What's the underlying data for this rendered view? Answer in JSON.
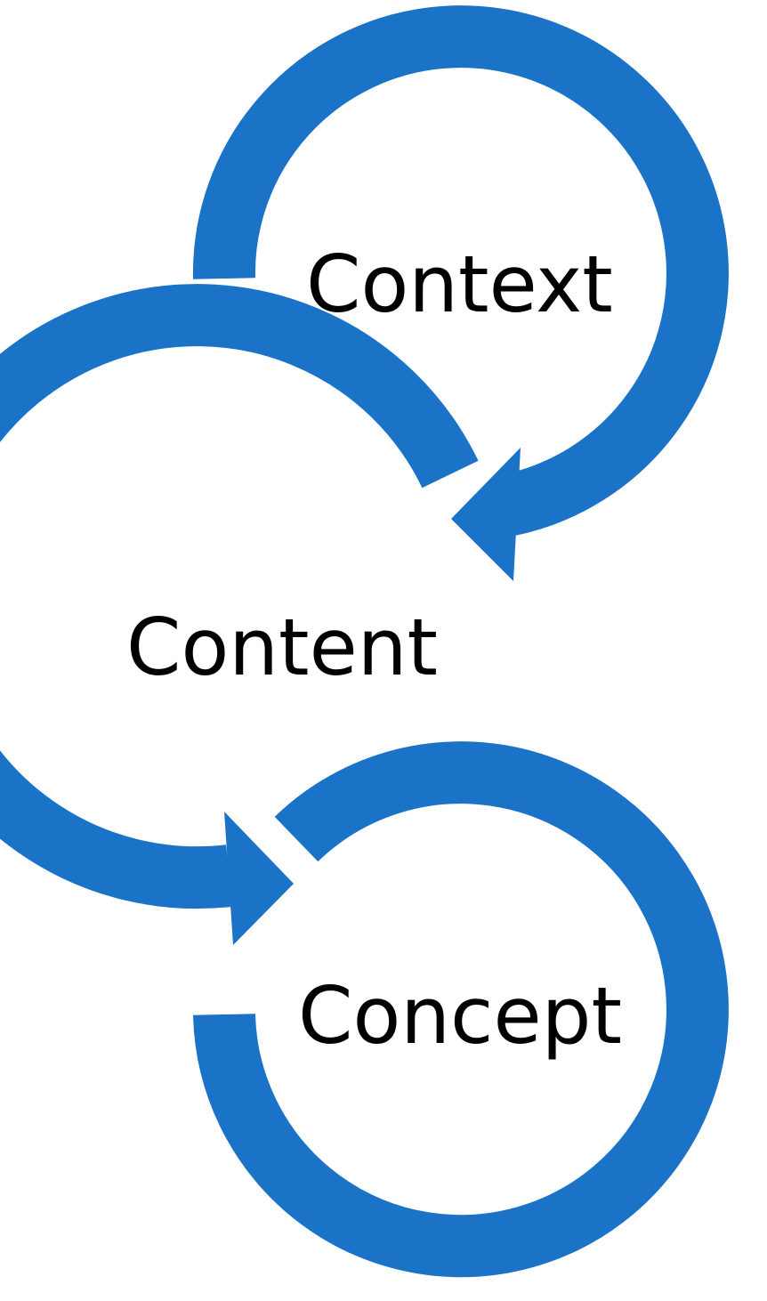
{
  "colors": {
    "arrow": "#1a73c6",
    "text": "#000000",
    "background": "#ffffff"
  },
  "diagram": {
    "nodes": [
      {
        "id": "context",
        "label": "Context"
      },
      {
        "id": "content",
        "label": "Content"
      },
      {
        "id": "concept",
        "label": "Concept"
      }
    ],
    "flow": [
      "context",
      "content",
      "concept"
    ]
  }
}
